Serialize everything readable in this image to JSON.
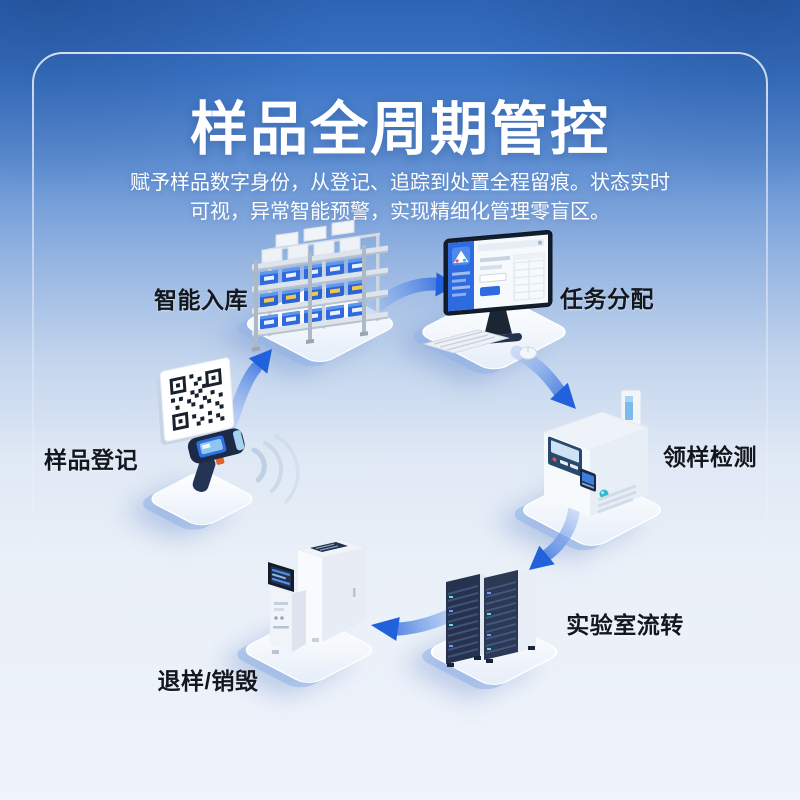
{
  "header": {
    "title": "样品全周期管控",
    "subtitle_line1": "赋予样品数字身份，从登记、追踪到处置全程留痕。状态实时",
    "subtitle_line2": "可视，异常智能预警，实现精细化管理零盲区。"
  },
  "flow": {
    "direction": "clockwise-cycle",
    "steps": [
      {
        "key": "sample-registration",
        "label": "样品登记",
        "icon": "qr-code-and-barcode-scanner"
      },
      {
        "key": "smart-inbound",
        "label": "智能入库",
        "icon": "storage-rack-with-bins"
      },
      {
        "key": "task-assignment",
        "label": "任务分配",
        "icon": "desktop-computer-dashboard"
      },
      {
        "key": "sampling-testing",
        "label": "领样检测",
        "icon": "lab-analyzer-with-vial"
      },
      {
        "key": "lab-circulation",
        "label": "实验室流转",
        "icon": "server-racks"
      },
      {
        "key": "return-destruction",
        "label": "退样/销毁",
        "icon": "disposal-kiosk"
      }
    ]
  },
  "colors": {
    "background_top": "#2e64b4",
    "background_bottom": "#eff3fb",
    "title_text": "#ffffff",
    "label_text": "#13171e",
    "arrow_blue": "#2161db",
    "accent_blue": "#2e6be0",
    "platform_light": "#f2f6fc"
  }
}
